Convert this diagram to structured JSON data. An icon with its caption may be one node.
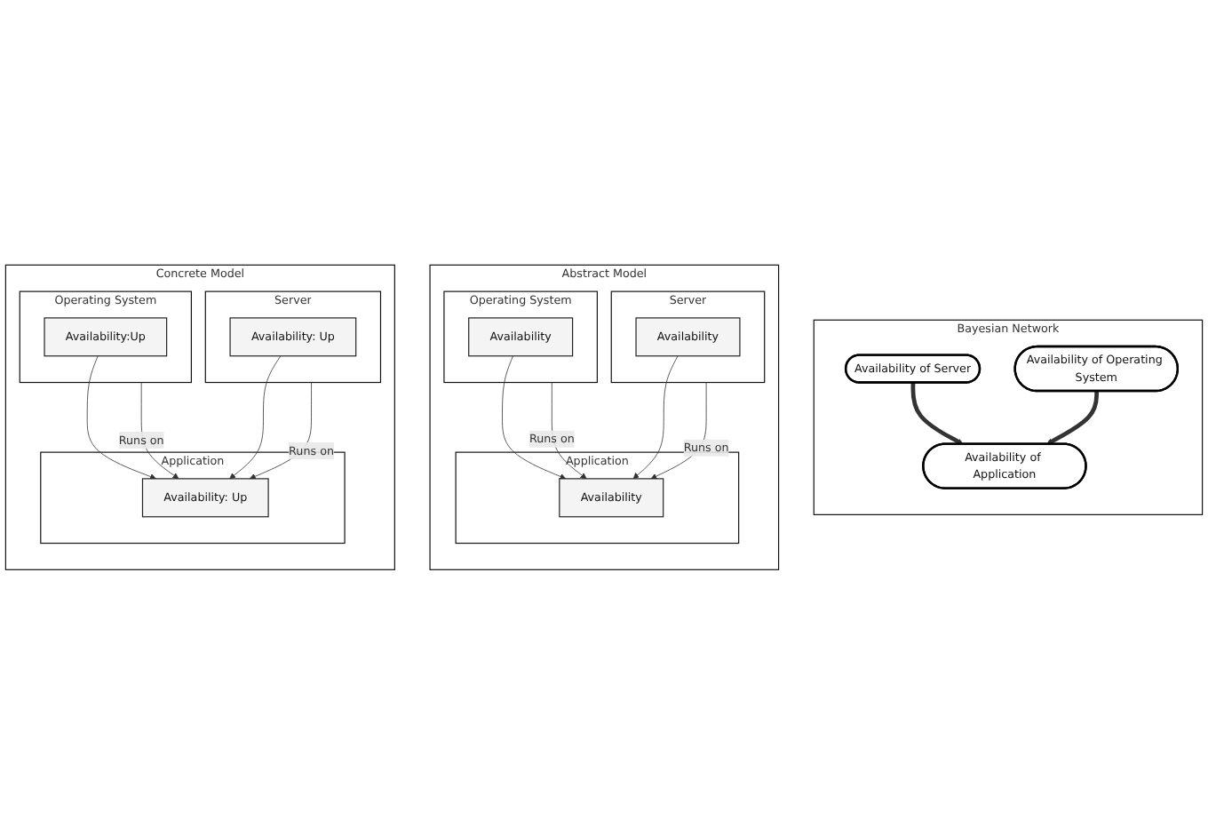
{
  "diagram": {
    "nodes": [
      {
        "text": [
          "Bayesian Network"
        ]
      },
      {
        "text": [
          "Availability of Application"
        ],
        "in": 0
      },
      {
        "text": [
          "Availability of Server"
        ],
        "in": 0
      },
      {
        "text": [
          "Availability of Operating System"
        ],
        "in": 0
      },
      {
        "text": [
          "Abstract Model"
        ]
      },
      {
        "text": [
          "Application"
        ],
        "in": 4
      },
      {
        "text": [
          "Availability"
        ],
        "in": 5
      },
      {
        "text": [
          "Server"
        ],
        "in": 4
      },
      {
        "text": [
          "Availability"
        ],
        "in": 7
      },
      {
        "text": [
          "Operating System"
        ],
        "in": 4
      },
      {
        "text": [
          "Availability"
        ],
        "in": 9
      },
      {
        "text": [
          "Concrete Model"
        ]
      },
      {
        "text": [
          "Application"
        ],
        "in": 11
      },
      {
        "text": [
          "Availability: Up"
        ],
        "in": 12
      },
      {
        "text": [
          "Server"
        ],
        "in": 11
      },
      {
        "text": [
          "Availability: Up"
        ],
        "in": 14
      },
      {
        "text": [
          "Operating System"
        ],
        "in": 11
      },
      {
        "text": [
          "Availability:Up"
        ],
        "in": 16
      }
    ],
    "edges": [
      {
        "from": 2,
        "to": 1,
        "arrow": "to",
        "style": "thick"
      },
      {
        "from": 3,
        "to": 1,
        "arrow": "to",
        "style": "thick"
      },
      {
        "from": 7,
        "to": 6,
        "arrow": "to",
        "label": "Runs on"
      },
      {
        "from": 8,
        "to": 6,
        "arrow": "to"
      },
      {
        "from": 9,
        "to": 6,
        "arrow": "to",
        "label": "Runs on"
      },
      {
        "from": 10,
        "to": 6,
        "arrow": "to"
      },
      {
        "from": 14,
        "to": 13,
        "arrow": "to",
        "label": "Runs on"
      },
      {
        "from": 15,
        "to": 13,
        "arrow": "to"
      },
      {
        "from": 16,
        "to": 13,
        "arrow": "to",
        "label": "Runs on"
      },
      {
        "from": 17,
        "to": 13,
        "arrow": "to"
      }
    ]
  }
}
